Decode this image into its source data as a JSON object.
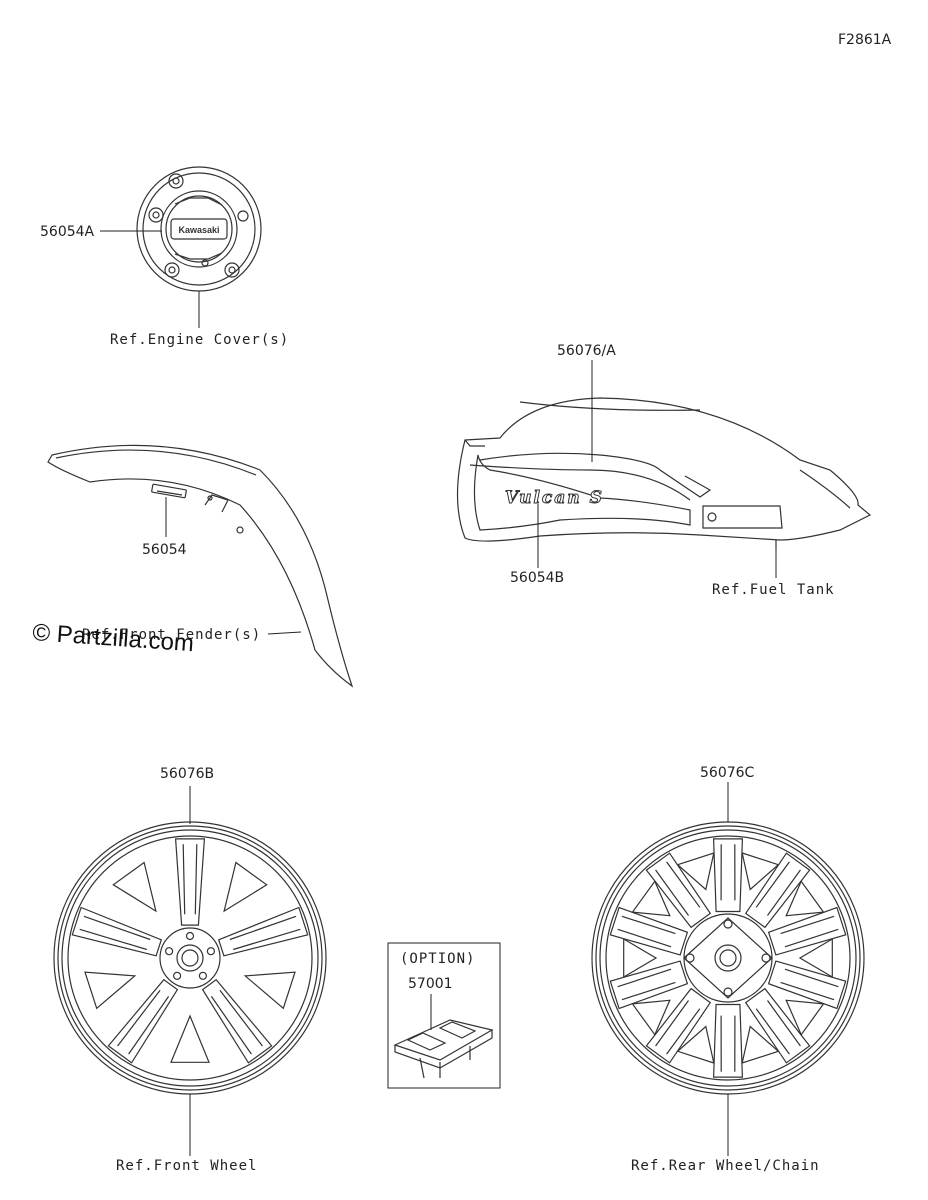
{
  "figure_code": "F2861A",
  "watermark": "© Partzilla.com",
  "brand_on_cover": "Kawasaki",
  "brand_on_tank": "Vulcan S",
  "parts": {
    "p56054A": "56054A",
    "p56054": "56054",
    "p56076A": "56076/A",
    "p56054B": "56054B",
    "p56076B": "56076B",
    "p56076C": "56076C",
    "p57001": "57001",
    "option": "(OPTION)"
  },
  "refs": {
    "engine_cover": "Ref.Engine Cover(s)",
    "front_fender": "Ref.Front Fender(s)",
    "fuel_tank": "Ref.Fuel Tank",
    "front_wheel": "Ref.Front Wheel",
    "rear_wheel": "Ref.Rear Wheel/Chain"
  }
}
